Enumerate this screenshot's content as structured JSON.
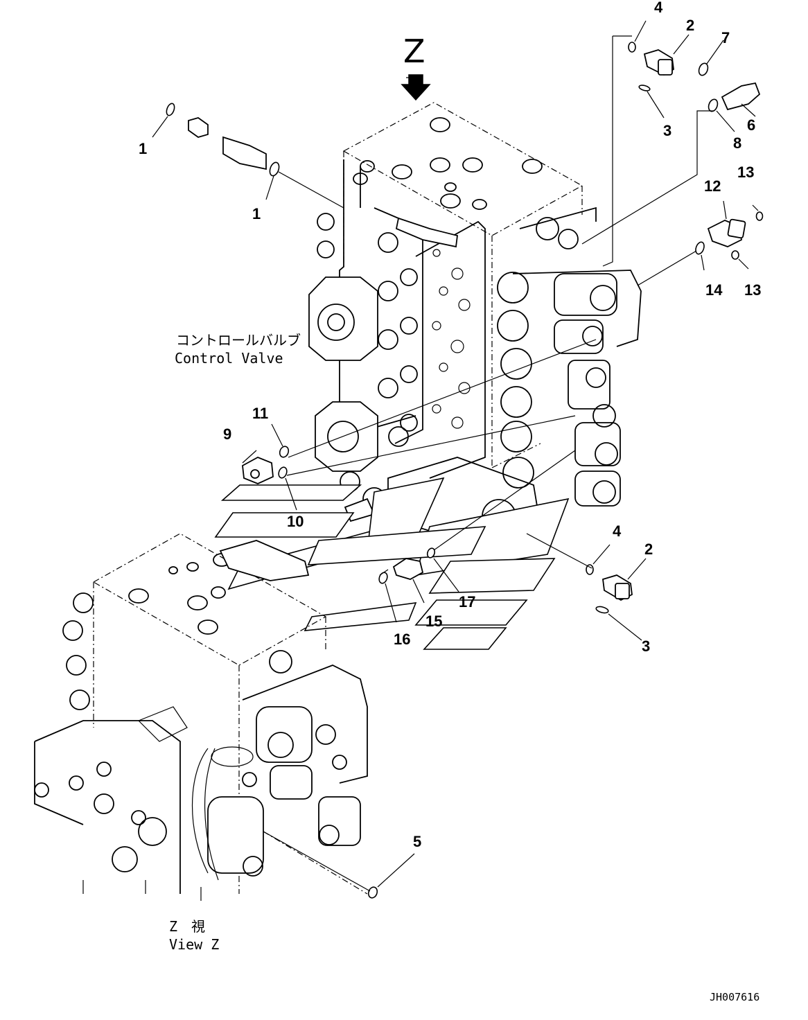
{
  "view_arrow": {
    "label": "Z"
  },
  "captions": {
    "control_valve_jp": "コントロールバルブ",
    "control_valve_en": "Control Valve",
    "view_z_jp": "Z　視",
    "view_z_en": "View Z"
  },
  "callouts": [
    "1",
    "1",
    "2",
    "2",
    "3",
    "3",
    "4",
    "4",
    "5",
    "6",
    "7",
    "8",
    "9",
    "10",
    "11",
    "12",
    "13",
    "13",
    "14",
    "15",
    "16",
    "17"
  ],
  "drawing_number": "JH007616"
}
